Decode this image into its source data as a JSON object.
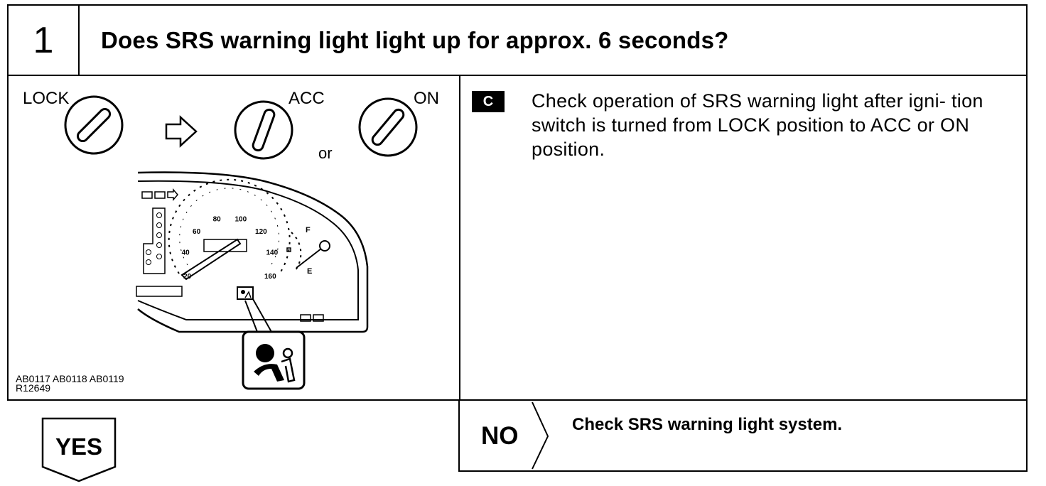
{
  "step": {
    "number": "1",
    "question": "Does SRS warning light light up for approx. 6 seconds?"
  },
  "figure": {
    "positions": {
      "lock": "LOCK",
      "acc": "ACC",
      "on": "ON",
      "or": "or"
    },
    "caption_line1": "AB0117 AB0118 AB0119",
    "caption_line2": "R12649",
    "speedometer_ticks": [
      "20",
      "40",
      "60",
      "80",
      "100",
      "120",
      "140",
      "160"
    ],
    "fuel_marks": {
      "full": "F",
      "empty": "E"
    }
  },
  "instruction": {
    "badge": "C",
    "text": "Check operation of SRS warning light after igni- tion switch is turned from LOCK position to ACC or ON position."
  },
  "results": {
    "yes_label": "YES",
    "no_label": "NO",
    "no_action": "Check SRS warning light system."
  }
}
